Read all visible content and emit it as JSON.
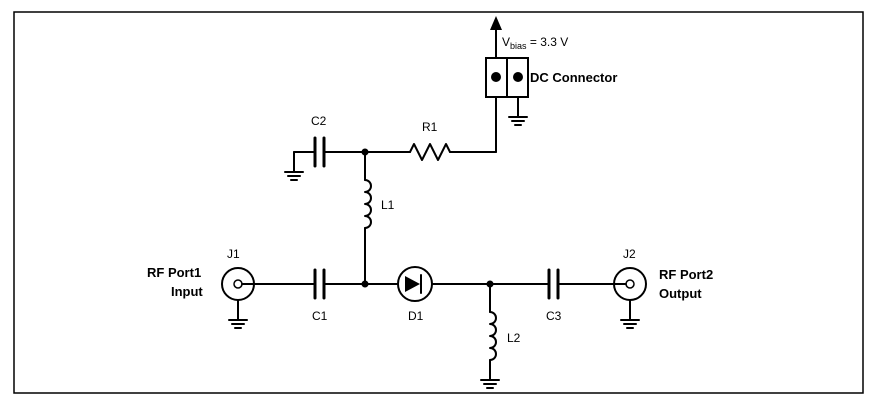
{
  "components": {
    "vbias": {
      "symbol": "V",
      "subscript": "bias",
      "value": " = 3.3 V"
    },
    "dc_connector": "DC Connector",
    "c1": "C1",
    "c2": "C2",
    "c3": "C3",
    "r1": "R1",
    "l1": "L1",
    "l2": "L2",
    "d1": "D1",
    "j1": "J1",
    "j2": "J2"
  },
  "ports": {
    "rf_port1": {
      "name": "RF Port1",
      "role": "Input"
    },
    "rf_port2": {
      "name": "RF Port2",
      "role": "Output"
    }
  }
}
